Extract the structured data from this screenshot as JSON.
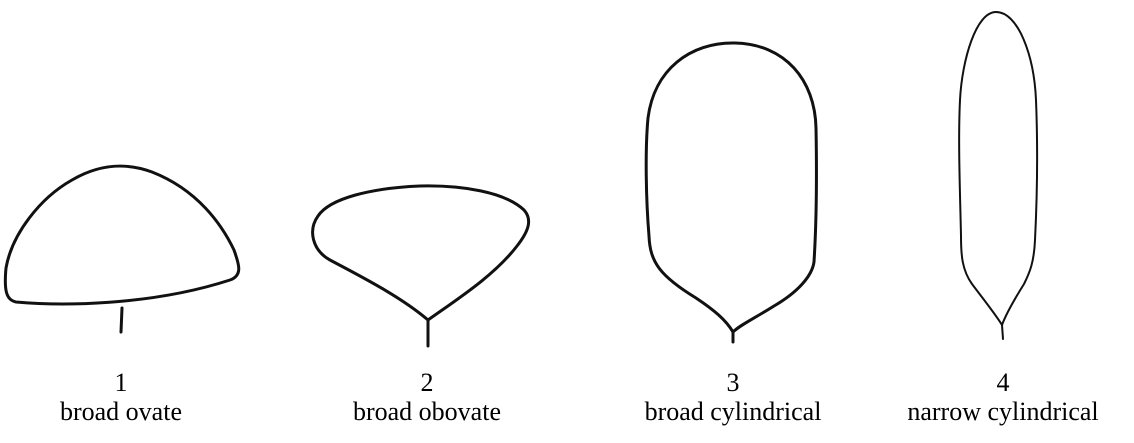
{
  "shapes": [
    {
      "number": "1",
      "name": "broad ovate",
      "icon": "broad-ovate-shape"
    },
    {
      "number": "2",
      "name": "broad obovate",
      "icon": "broad-obovate-shape"
    },
    {
      "number": "3",
      "name": "broad cylindrical",
      "icon": "broad-cylindrical-shape"
    },
    {
      "number": "4",
      "name": "narrow cylindrical",
      "icon": "narrow-cylindrical-shape"
    }
  ],
  "colors": {
    "stroke": "#111111",
    "text": "#000000",
    "background": "#ffffff"
  }
}
